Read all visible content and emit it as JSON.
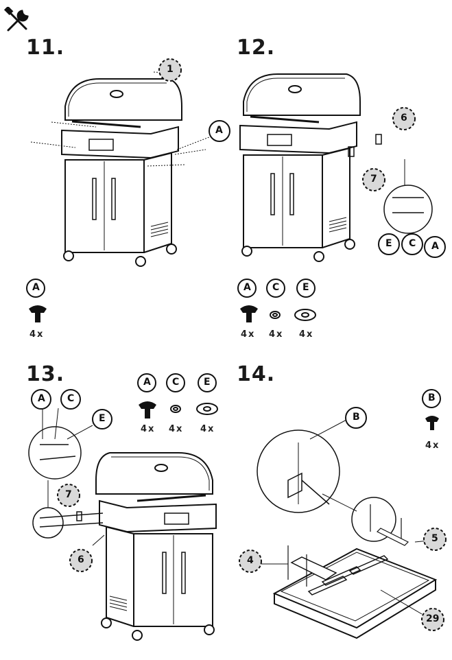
{
  "steps": [
    {
      "number": "11.",
      "hardware": [
        {
          "letter": "A",
          "qty": "4x"
        }
      ],
      "callouts": [
        "1",
        "A"
      ]
    },
    {
      "number": "12.",
      "hardware": [
        {
          "letter": "A",
          "qty": "4x"
        },
        {
          "letter": "C",
          "qty": "4x"
        },
        {
          "letter": "E",
          "qty": "4x"
        }
      ],
      "callouts": [
        "6",
        "7",
        "E",
        "C",
        "A"
      ]
    },
    {
      "number": "13.",
      "hardware": [
        {
          "letter": "A",
          "qty": "4x"
        },
        {
          "letter": "C",
          "qty": "4x"
        },
        {
          "letter": "E",
          "qty": "4x"
        }
      ],
      "callouts": [
        "A",
        "C",
        "E",
        "7",
        "6"
      ]
    },
    {
      "number": "14.",
      "hardware": [
        {
          "letter": "B",
          "qty": "4x"
        }
      ],
      "callouts": [
        "B",
        "5",
        "4",
        "29"
      ]
    }
  ],
  "icons": {
    "header": "tools-icon"
  }
}
